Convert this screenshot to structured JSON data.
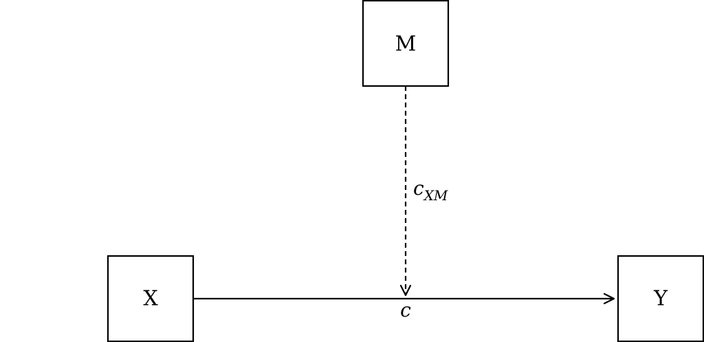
{
  "diagram": {
    "nodes": {
      "m": {
        "label": "M"
      },
      "x": {
        "label": "X"
      },
      "y": {
        "label": "Y"
      }
    },
    "edges": {
      "x_to_y": {
        "label": "c",
        "style": "solid"
      },
      "m_to_xy": {
        "label": "c",
        "subscript": "XM",
        "style": "dashed"
      }
    }
  }
}
